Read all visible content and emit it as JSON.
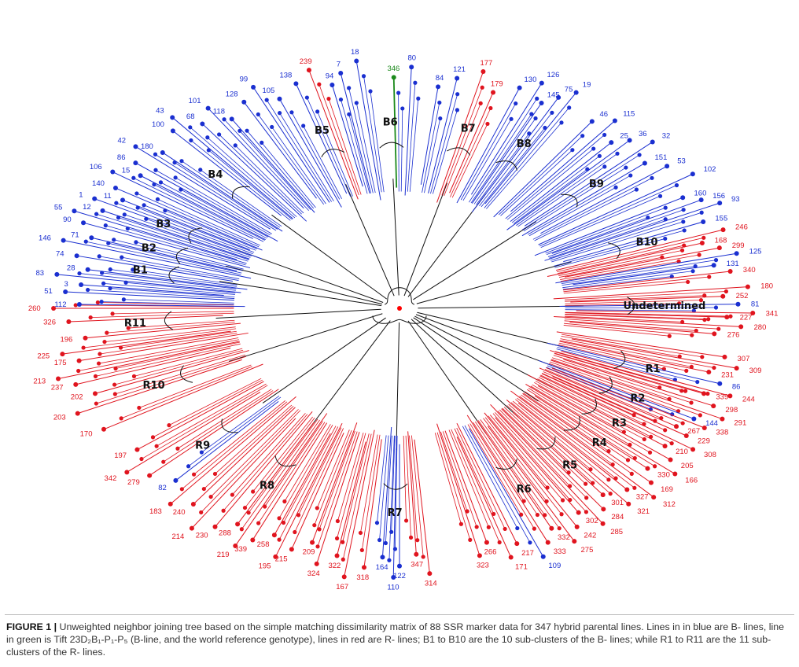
{
  "colors": {
    "b_line": "#1a2fd0",
    "r_line": "#e0141e",
    "reference": "#1c8a1c",
    "inner": "#111111",
    "root": "#ff0000"
  },
  "clusters": [
    {
      "label": "B1",
      "angle": 192,
      "side": "L"
    },
    {
      "label": "B2",
      "angle": 199,
      "side": "L"
    },
    {
      "label": "B3",
      "angle": 207,
      "side": "L"
    },
    {
      "label": "B4",
      "angle": 226,
      "side": "L"
    },
    {
      "label": "B5",
      "angle": 253,
      "side": "L"
    },
    {
      "label": "B6",
      "angle": 268,
      "side": "C"
    },
    {
      "label": "B7",
      "angle": 285,
      "side": "R"
    },
    {
      "label": "B8",
      "angle": 298,
      "side": "R"
    },
    {
      "label": "B9",
      "angle": 318,
      "side": "R"
    },
    {
      "label": "B10",
      "angle": 339,
      "side": "R"
    },
    {
      "label": "Undetermined",
      "angle": 359,
      "side": "R"
    },
    {
      "label": "R1",
      "angle": 17,
      "side": "R"
    },
    {
      "label": "R2",
      "angle": 26,
      "side": "R"
    },
    {
      "label": "R3",
      "angle": 34,
      "side": "R"
    },
    {
      "label": "R4",
      "angle": 41,
      "side": "R"
    },
    {
      "label": "R5",
      "angle": 50,
      "side": "R"
    },
    {
      "label": "R6",
      "angle": 62,
      "side": "R"
    },
    {
      "label": "R7",
      "angle": 91,
      "side": "C"
    },
    {
      "label": "R8",
      "angle": 120,
      "side": "L"
    },
    {
      "label": "R9",
      "angle": 138,
      "side": "L"
    },
    {
      "label": "R10",
      "angle": 158,
      "side": "L"
    },
    {
      "label": "R11",
      "angle": 176,
      "side": "L"
    }
  ],
  "leaves": [
    {
      "id": "28",
      "angle": 190,
      "color": "b"
    },
    {
      "id": "74",
      "angle": 193,
      "color": "b"
    },
    {
      "id": "83",
      "angle": 188,
      "color": "b"
    },
    {
      "id": "3",
      "angle": 186,
      "color": "b"
    },
    {
      "id": "51",
      "angle": 184,
      "color": "b"
    },
    {
      "id": "146",
      "angle": 196,
      "color": "b"
    },
    {
      "id": "71",
      "angle": 198,
      "color": "b"
    },
    {
      "id": "90",
      "angle": 201,
      "color": "b"
    },
    {
      "id": "55",
      "angle": 203,
      "color": "b"
    },
    {
      "id": "12",
      "angle": 205,
      "color": "b"
    },
    {
      "id": "1",
      "angle": 207,
      "color": "b"
    },
    {
      "id": "11",
      "angle": 209,
      "color": "b"
    },
    {
      "id": "140",
      "angle": 211,
      "color": "b"
    },
    {
      "id": "106",
      "angle": 214,
      "color": "b"
    },
    {
      "id": "15",
      "angle": 216,
      "color": "b"
    },
    {
      "id": "86",
      "angle": 218,
      "color": "b"
    },
    {
      "id": "42",
      "angle": 221,
      "color": "b"
    },
    {
      "id": "180",
      "angle": 223,
      "color": "b"
    },
    {
      "id": "100",
      "angle": 228,
      "color": "b"
    },
    {
      "id": "43",
      "angle": 230,
      "color": "b"
    },
    {
      "id": "68",
      "angle": 233,
      "color": "b"
    },
    {
      "id": "101",
      "angle": 236,
      "color": "b"
    },
    {
      "id": "118",
      "angle": 238,
      "color": "b"
    },
    {
      "id": "128",
      "angle": 242,
      "color": "b"
    },
    {
      "id": "99",
      "angle": 245,
      "color": "b"
    },
    {
      "id": "105",
      "angle": 248,
      "color": "b"
    },
    {
      "id": "138",
      "angle": 252,
      "color": "b"
    },
    {
      "id": "239",
      "angle": 255,
      "color": "r"
    },
    {
      "id": "94",
      "angle": 258,
      "color": "b"
    },
    {
      "id": "7",
      "angle": 260,
      "color": "b"
    },
    {
      "id": "18",
      "angle": 263,
      "color": "b"
    },
    {
      "id": "346",
      "angle": 269,
      "color": "g"
    },
    {
      "id": "80",
      "angle": 272,
      "color": "b"
    },
    {
      "id": "84",
      "angle": 277,
      "color": "b"
    },
    {
      "id": "121",
      "angle": 280,
      "color": "b"
    },
    {
      "id": "177",
      "angle": 284,
      "color": "r"
    },
    {
      "id": "179",
      "angle": 287,
      "color": "r"
    },
    {
      "id": "130",
      "angle": 291,
      "color": "b"
    },
    {
      "id": "126",
      "angle": 294,
      "color": "b"
    },
    {
      "id": "145",
      "angle": 296,
      "color": "b"
    },
    {
      "id": "75",
      "angle": 298,
      "color": "b"
    },
    {
      "id": "19",
      "angle": 300,
      "color": "b"
    },
    {
      "id": "46",
      "angle": 306,
      "color": "b"
    },
    {
      "id": "115",
      "angle": 309,
      "color": "b"
    },
    {
      "id": "25",
      "angle": 312,
      "color": "b"
    },
    {
      "id": "36",
      "angle": 314,
      "color": "b"
    },
    {
      "id": "32",
      "angle": 317,
      "color": "b"
    },
    {
      "id": "151",
      "angle": 320,
      "color": "b"
    },
    {
      "id": "53",
      "angle": 323,
      "color": "b"
    },
    {
      "id": "102",
      "angle": 327,
      "color": "b"
    },
    {
      "id": "160",
      "angle": 331,
      "color": "b"
    },
    {
      "id": "156",
      "angle": 333,
      "color": "b"
    },
    {
      "id": "93",
      "angle": 335,
      "color": "b"
    },
    {
      "id": "155",
      "angle": 338,
      "color": "b"
    },
    {
      "id": "246",
      "angle": 341,
      "color": "r"
    },
    {
      "id": "168",
      "angle": 343,
      "color": "r"
    },
    {
      "id": "299",
      "angle": 345,
      "color": "r"
    },
    {
      "id": "125",
      "angle": 347,
      "color": "b"
    },
    {
      "id": "131",
      "angle": 349,
      "color": "b"
    },
    {
      "id": "340",
      "angle": 351,
      "color": "r"
    },
    {
      "id": "180",
      "angle": 355,
      "color": "r"
    },
    {
      "id": "252",
      "angle": 357,
      "color": "r"
    },
    {
      "id": "81",
      "angle": 359,
      "color": "b"
    },
    {
      "id": "341",
      "angle": 1,
      "color": "r"
    },
    {
      "id": "227",
      "angle": 2,
      "color": "r"
    },
    {
      "id": "280",
      "angle": 4,
      "color": "r"
    },
    {
      "id": "276",
      "angle": 6,
      "color": "r"
    },
    {
      "id": "307",
      "angle": 11,
      "color": "r"
    },
    {
      "id": "309",
      "angle": 13,
      "color": "r"
    },
    {
      "id": "231",
      "angle": 15,
      "color": "r"
    },
    {
      "id": "86",
      "angle": 17,
      "color": "b"
    },
    {
      "id": "244",
      "angle": 19,
      "color": "r"
    },
    {
      "id": "339",
      "angle": 20,
      "color": "r"
    },
    {
      "id": "298",
      "angle": 22,
      "color": "r"
    },
    {
      "id": "291",
      "angle": 24,
      "color": "r"
    },
    {
      "id": "144",
      "angle": 26,
      "color": "b"
    },
    {
      "id": "338",
      "angle": 27,
      "color": "r"
    },
    {
      "id": "267",
      "angle": 29,
      "color": "r"
    },
    {
      "id": "229",
      "angle": 30,
      "color": "r"
    },
    {
      "id": "308",
      "angle": 32,
      "color": "r"
    },
    {
      "id": "210",
      "angle": 34,
      "color": "r"
    },
    {
      "id": "205",
      "angle": 36,
      "color": "r"
    },
    {
      "id": "166",
      "angle": 38,
      "color": "r"
    },
    {
      "id": "330",
      "angle": 40,
      "color": "r"
    },
    {
      "id": "169",
      "angle": 42,
      "color": "r"
    },
    {
      "id": "312",
      "angle": 44,
      "color": "r"
    },
    {
      "id": "327",
      "angle": 46,
      "color": "r"
    },
    {
      "id": "321",
      "angle": 48,
      "color": "r"
    },
    {
      "id": "301",
      "angle": 50,
      "color": "r"
    },
    {
      "id": "284",
      "angle": 52,
      "color": "r"
    },
    {
      "id": "285",
      "angle": 54,
      "color": "r"
    },
    {
      "id": "302",
      "angle": 56,
      "color": "r"
    },
    {
      "id": "242",
      "angle": 58,
      "color": "r"
    },
    {
      "id": "275",
      "angle": 60,
      "color": "r"
    },
    {
      "id": "332",
      "angle": 62,
      "color": "r"
    },
    {
      "id": "333",
      "angle": 64,
      "color": "r"
    },
    {
      "id": "109",
      "angle": 66,
      "color": "b"
    },
    {
      "id": "217",
      "angle": 69,
      "color": "r"
    },
    {
      "id": "171",
      "angle": 71,
      "color": "r"
    },
    {
      "id": "266",
      "angle": 74,
      "color": "r"
    },
    {
      "id": "323",
      "angle": 76,
      "color": "r"
    },
    {
      "id": "314",
      "angle": 85,
      "color": "r"
    },
    {
      "id": "347",
      "angle": 87,
      "color": "r"
    },
    {
      "id": "122",
      "angle": 90,
      "color": "b"
    },
    {
      "id": "110",
      "angle": 91,
      "color": "b"
    },
    {
      "id": "164",
      "angle": 93,
      "color": "b"
    },
    {
      "id": "318",
      "angle": 96,
      "color": "r"
    },
    {
      "id": "167",
      "angle": 99,
      "color": "r"
    },
    {
      "id": "322",
      "angle": 101,
      "color": "r"
    },
    {
      "id": "324",
      "angle": 104,
      "color": "r"
    },
    {
      "id": "209",
      "angle": 106,
      "color": "r"
    },
    {
      "id": "215",
      "angle": 109,
      "color": "r"
    },
    {
      "id": "195",
      "angle": 111,
      "color": "r"
    },
    {
      "id": "258",
      "angle": 113,
      "color": "r"
    },
    {
      "id": "339",
      "angle": 116,
      "color": "r"
    },
    {
      "id": "219",
      "angle": 118,
      "color": "r"
    },
    {
      "id": "288",
      "angle": 120,
      "color": "r"
    },
    {
      "id": "230",
      "angle": 123,
      "color": "r"
    },
    {
      "id": "214",
      "angle": 126,
      "color": "r"
    },
    {
      "id": "240",
      "angle": 129,
      "color": "r"
    },
    {
      "id": "183",
      "angle": 132,
      "color": "r"
    },
    {
      "id": "82",
      "angle": 135,
      "color": "b"
    },
    {
      "id": "279",
      "angle": 139,
      "color": "r"
    },
    {
      "id": "342",
      "angle": 142,
      "color": "r"
    },
    {
      "id": "197",
      "angle": 145,
      "color": "r"
    },
    {
      "id": "170",
      "angle": 152,
      "color": "r"
    },
    {
      "id": "203",
      "angle": 157,
      "color": "r"
    },
    {
      "id": "202",
      "angle": 160,
      "color": "r"
    },
    {
      "id": "237",
      "angle": 163,
      "color": "r"
    },
    {
      "id": "213",
      "angle": 165,
      "color": "r"
    },
    {
      "id": "175",
      "angle": 168,
      "color": "r"
    },
    {
      "id": "225",
      "angle": 170,
      "color": "r"
    },
    {
      "id": "196",
      "angle": 173,
      "color": "r"
    },
    {
      "id": "326",
      "angle": 177,
      "color": "r"
    },
    {
      "id": "260",
      "angle": 180,
      "color": "r"
    },
    {
      "id": "112",
      "angle": 181,
      "color": "b"
    }
  ],
  "caption": {
    "label": "FIGURE 1 |",
    "text": " Unweighted neighbor joining tree based on the simple matching dissimilarity matrix of 88 SSR marker data for 347 hybrid parental lines. Lines in in blue are B- lines, line in green is Tift 23D₂B₁-P₁-P₅ (B-line, and the world reference genotype), lines in red are R- lines; B1 to B10 are the 10 sub-clusters of the B- lines; while R1 to R11 are the 11 sub-clusters of the R- lines."
  }
}
